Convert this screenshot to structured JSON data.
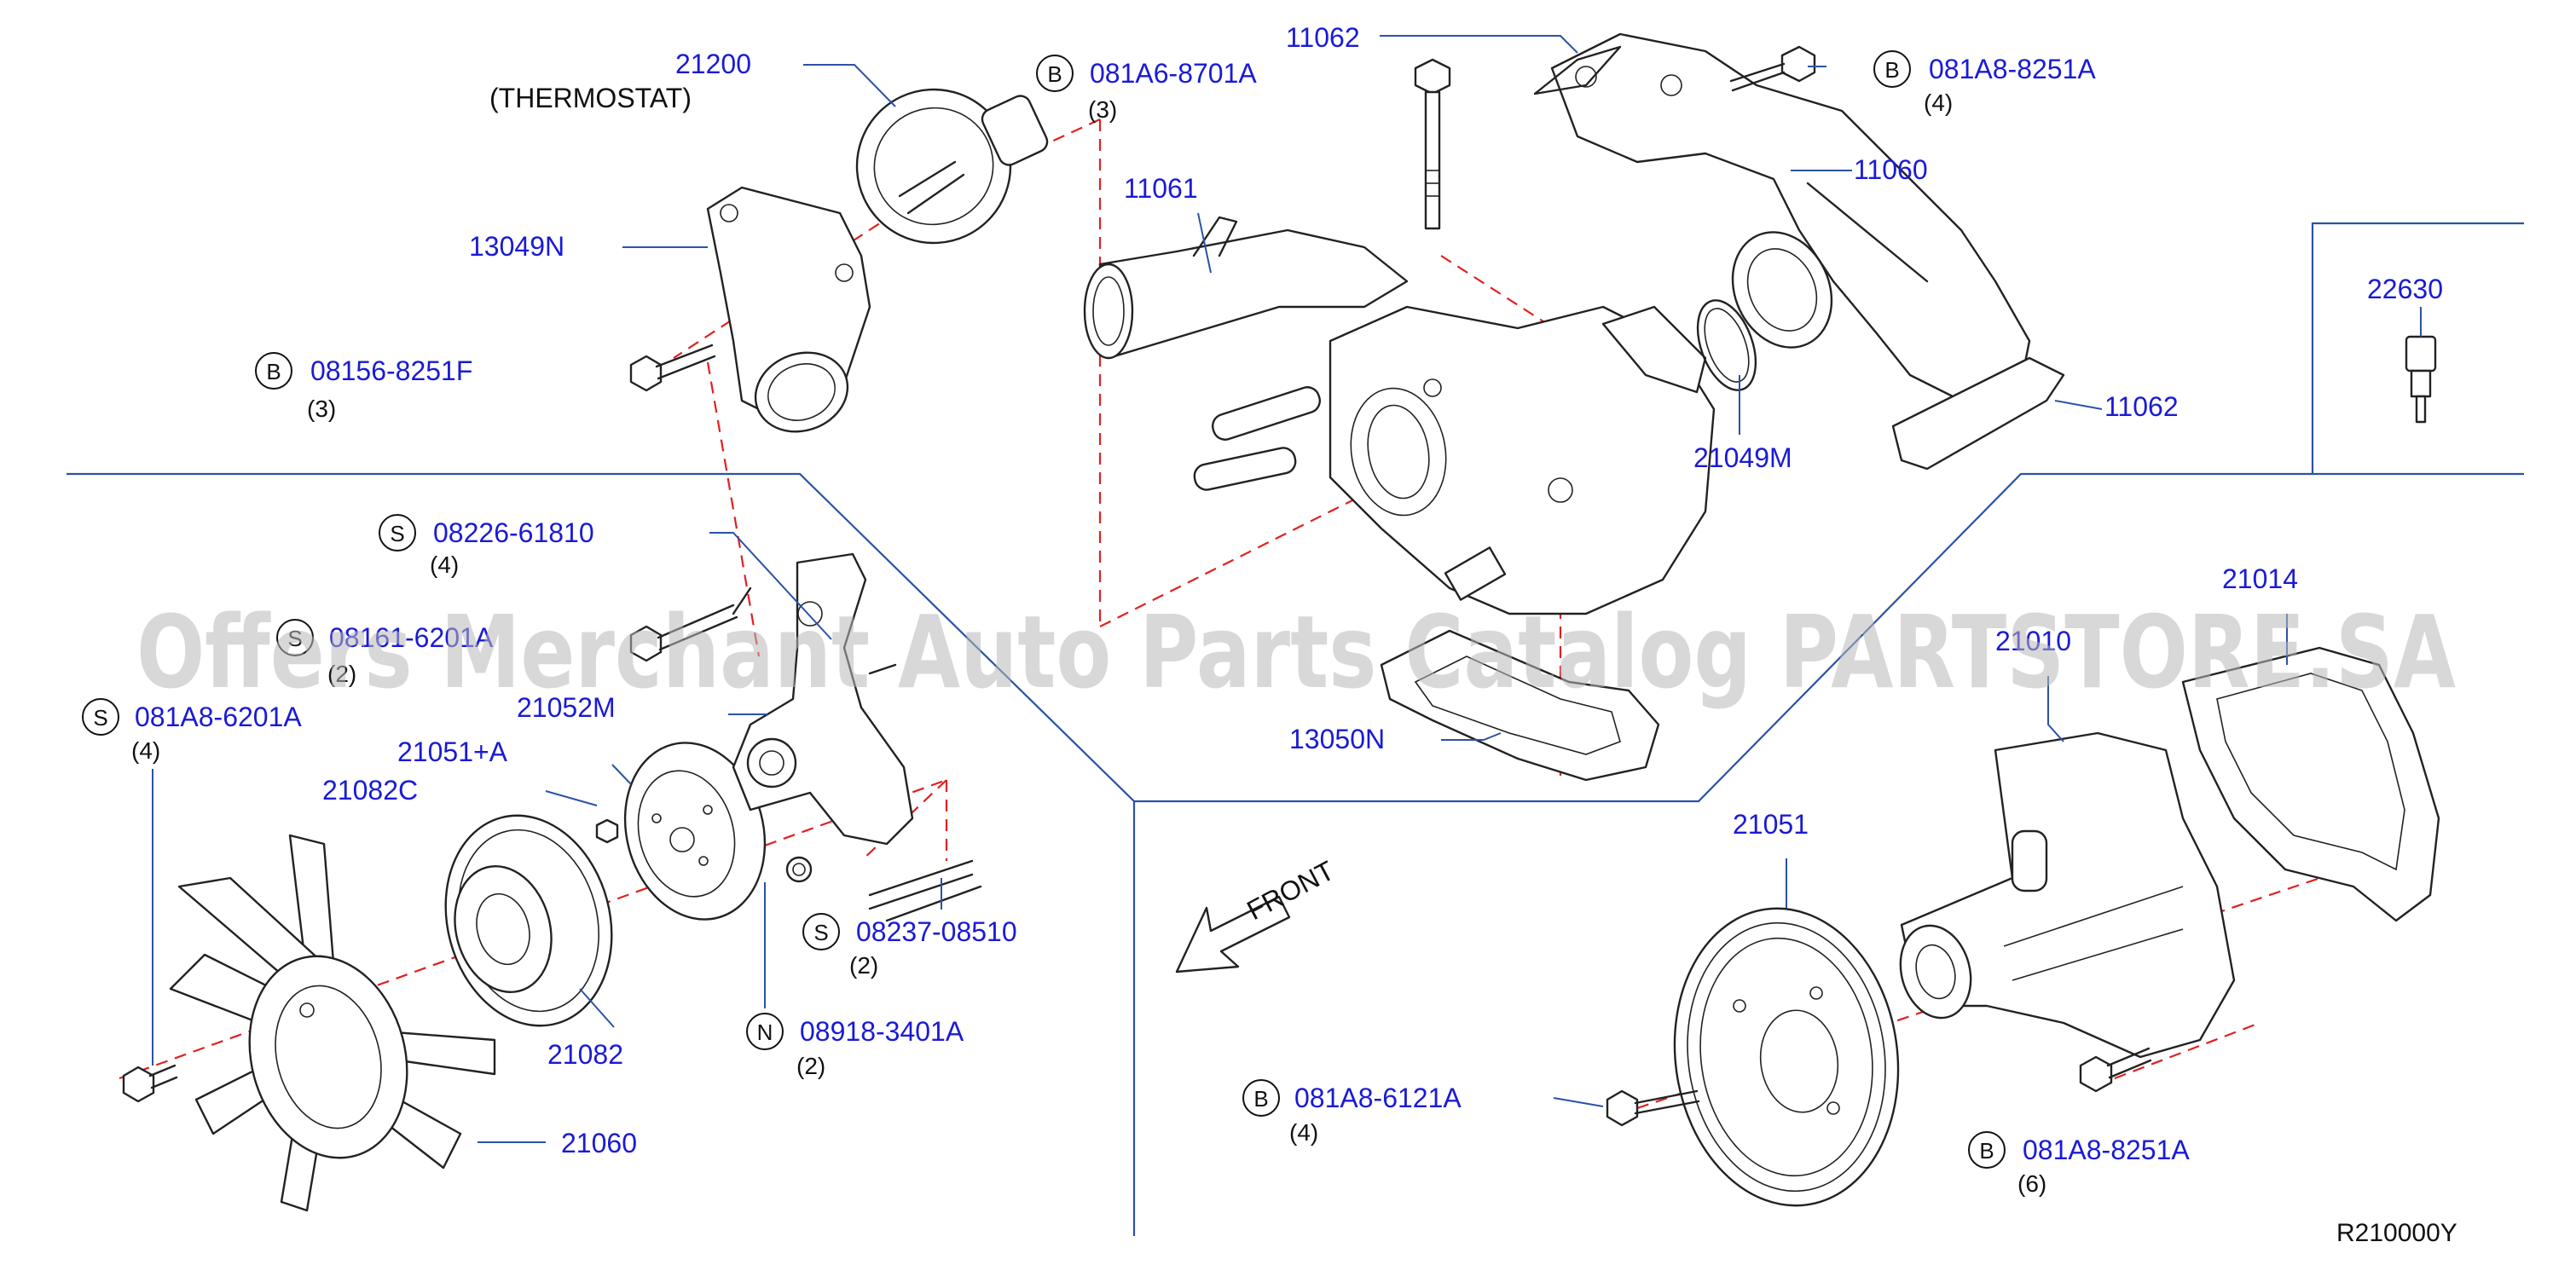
{
  "callouts": {
    "p21200": "21200",
    "thermostat": "(THERMOSTAT)",
    "p13049n": "13049N",
    "b08156": {
      "sym": "B",
      "pn": "08156-8251F",
      "qty": "(3)"
    },
    "b081a6_8701": {
      "sym": "B",
      "pn": "081A6-8701A",
      "qty": "(3)"
    },
    "p11062_top": "11062",
    "b081a8_8251_top": {
      "sym": "B",
      "pn": "081A8-8251A",
      "qty": "(4)"
    },
    "p11061": "11061",
    "p11060": "11060",
    "p22630": "22630",
    "p11062_right": "11062",
    "p21049m": "21049M",
    "s08226": {
      "sym": "S",
      "pn": "08226-61810",
      "qty": "(4)"
    },
    "s08161": {
      "sym": "S",
      "pn": "08161-6201A",
      "qty": "(2)"
    },
    "s081a8_6201": {
      "sym": "S",
      "pn": "081A8-6201A",
      "qty": "(4)"
    },
    "p21052m": "21052M",
    "p21051a": "21051+A",
    "p21082c": "21082C",
    "p13050n": "13050N",
    "p21014": "21014",
    "p21010": "21010",
    "p21051": "21051",
    "s08237": {
      "sym": "S",
      "pn": "08237-08510",
      "qty": "(2)"
    },
    "n08918": {
      "sym": "N",
      "pn": "08918-3401A",
      "qty": "(2)"
    },
    "p21082": "21082",
    "p21060": "21060",
    "b081a8_6121": {
      "sym": "B",
      "pn": "081A8-6121A",
      "qty": "(4)"
    },
    "b081a8_8251_bot": {
      "sym": "B",
      "pn": "081A8-8251A",
      "qty": "(6)"
    }
  },
  "front_label": "FRONT",
  "watermark": "Offers Merchant Auto Parts Catalog PARTSTORE.SA",
  "diagram_ref": "R210000Y",
  "colors": {
    "part_number": "#1a1ad6",
    "leader": "#2a52a8",
    "dashed_alignment": "#e02020",
    "line_art": "#222222",
    "watermark": "#b8b8b8"
  }
}
